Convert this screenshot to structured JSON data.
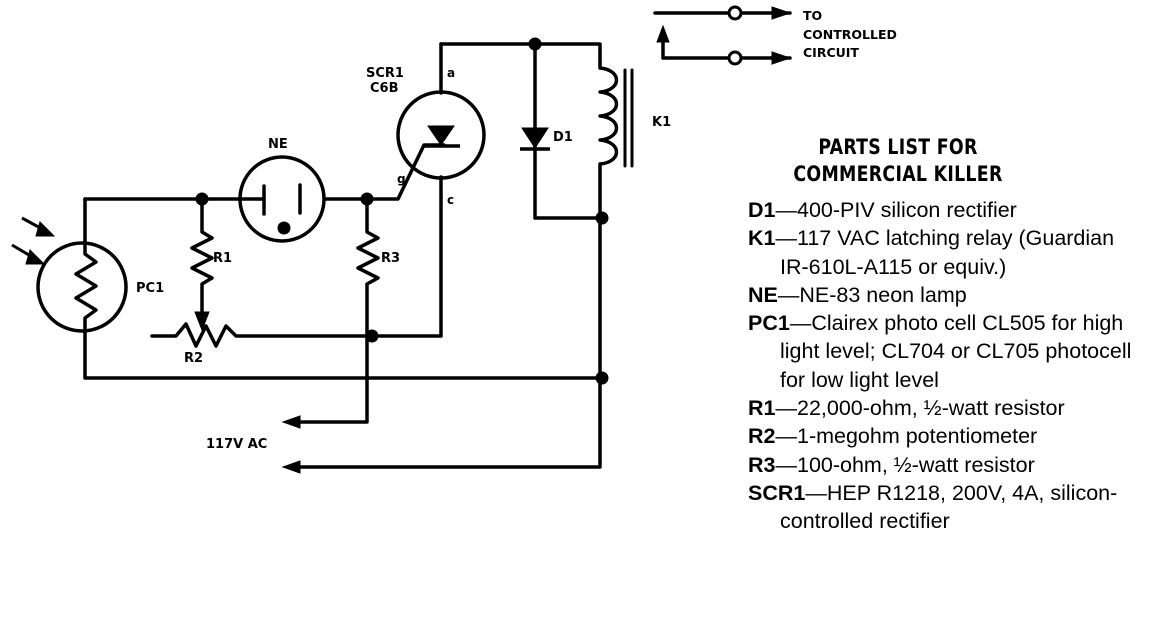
{
  "schematic": {
    "labels": {
      "scr": "SCR1",
      "scr_type": "C6B",
      "anode": "a",
      "cathode": "c",
      "gate": "g",
      "neon": "NE",
      "diode": "D1",
      "relay": "K1",
      "photocell": "PC1",
      "r1": "R1",
      "r2": "R2",
      "r3": "R3",
      "ac_supply": "117V AC",
      "output_line1": "TO",
      "output_line2": "CONTROLLED",
      "output_line3": "CIRCUIT"
    }
  },
  "parts_list": {
    "title_line1": "PARTS LIST FOR",
    "title_line2": "COMMERCIAL KILLER",
    "items": [
      {
        "id": "D1",
        "desc": "400-PIV silicon rectifier"
      },
      {
        "id": "K1",
        "desc": "117 VAC latching relay (Guardian IR-610L-A115 or equiv.)"
      },
      {
        "id": "NE",
        "desc": "NE-83 neon lamp"
      },
      {
        "id": "PC1",
        "desc": "Clairex photo cell CL505 for high light level; CL704 or CL705 photocell for low light level"
      },
      {
        "id": "R1",
        "desc": "22,000-ohm, ½-watt resistor"
      },
      {
        "id": "R2",
        "desc": "1-megohm potentiometer"
      },
      {
        "id": "R3",
        "desc": "100-ohm, ½-watt resistor"
      },
      {
        "id": "SCR1",
        "desc": "HEP R1218, 200V, 4A, silicon-controlled rectifier"
      }
    ],
    "separator": "—"
  }
}
